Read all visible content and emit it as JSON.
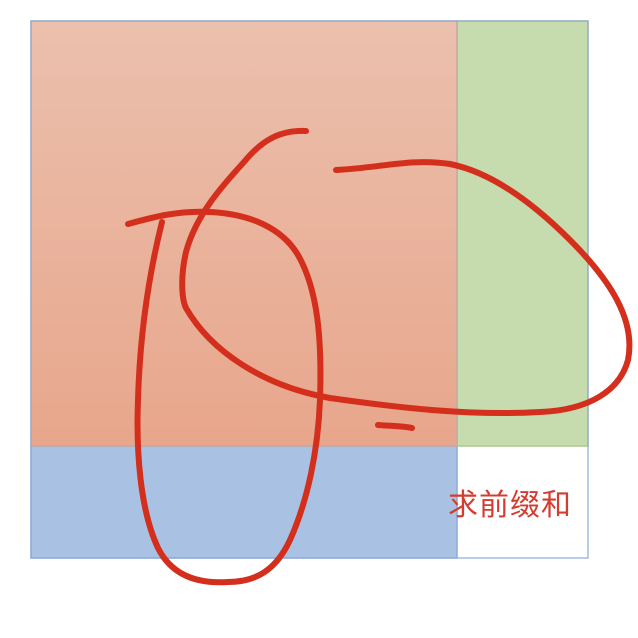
{
  "caption": {
    "text": "求前缀和",
    "color": "#d43c30"
  },
  "regions": [
    {
      "name": "orange-region",
      "fill_top": "#ebc0ad",
      "fill_bottom": "#e8a68c",
      "border": "#c4a9a4"
    },
    {
      "name": "green-region",
      "fill": "#c6dcae",
      "border": "#aacb8c"
    },
    {
      "name": "blue-region",
      "fill": "#a9c2e4",
      "border": "#8eaad5"
    }
  ],
  "outer_frame": {
    "color": "#8eaad5"
  },
  "scribble": {
    "color": "#d42f1c"
  }
}
